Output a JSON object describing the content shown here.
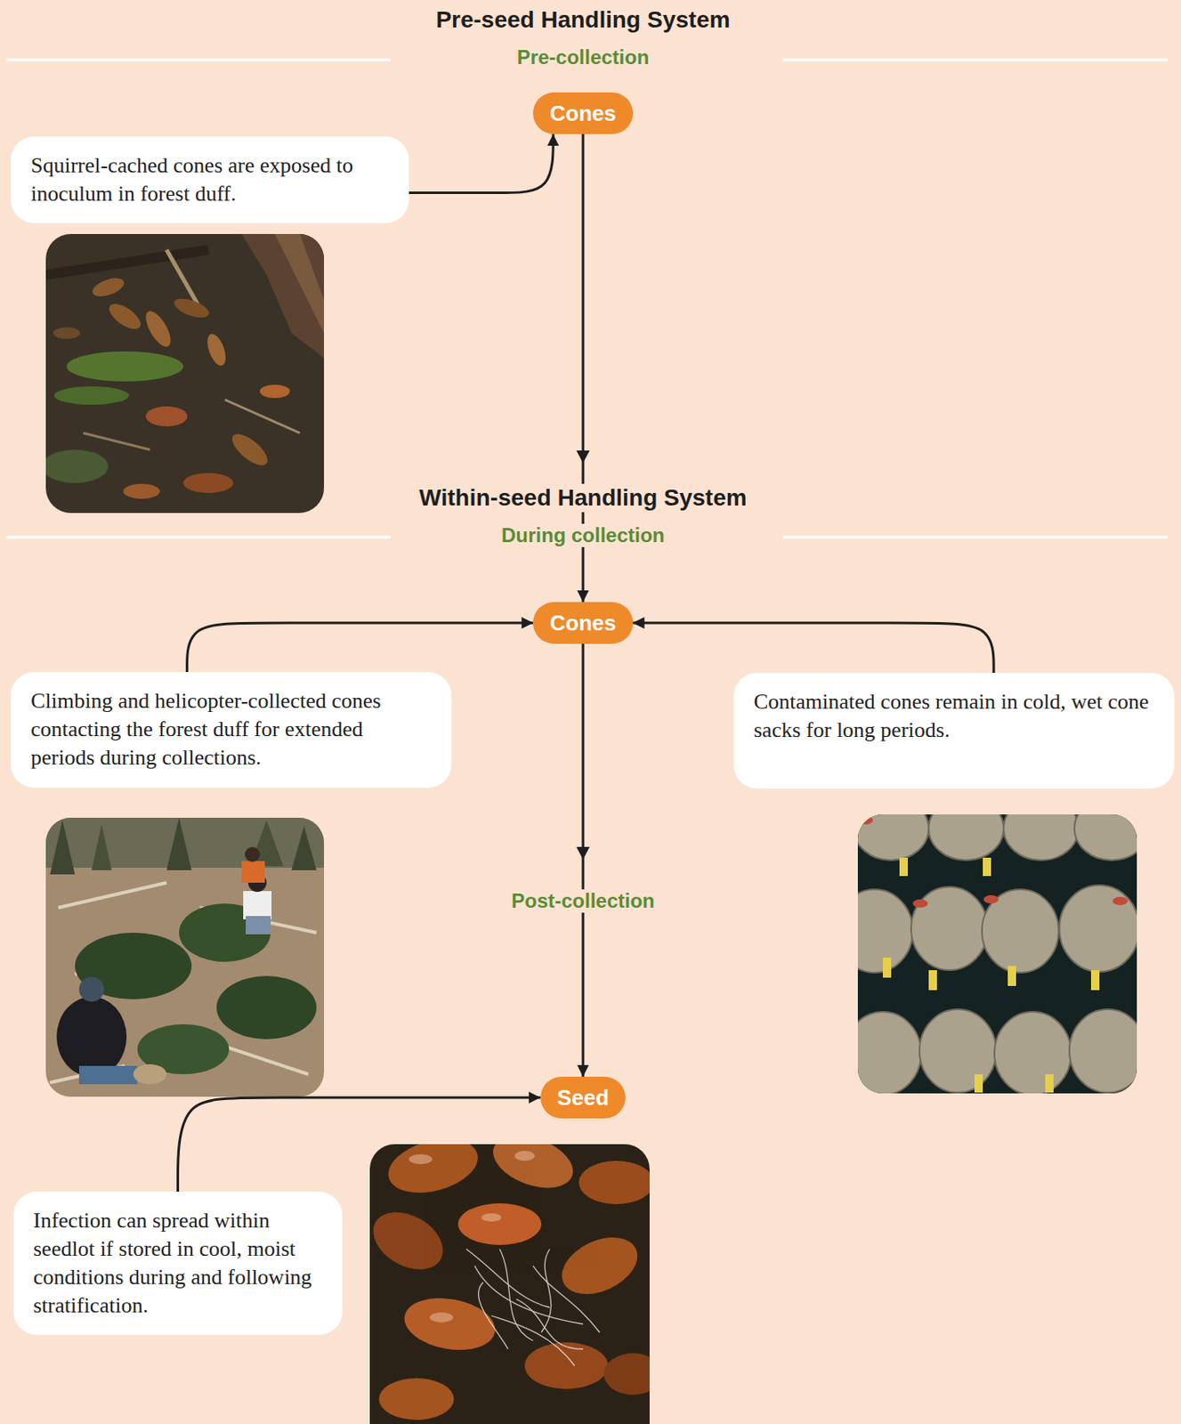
{
  "diagram": {
    "title": "Pre-seed Handling System",
    "nodes": [
      {
        "text": [
          "Cones"
        ]
      },
      {
        "text": [
          "Squirrel-cached cones are exposed to inoculum in forest duff."
        ]
      },
      {
        "text": [
          "Cones"
        ]
      },
      {
        "text": [
          "Climbing and helicopter-collected cones contacting the forest duff for extended periods during collections."
        ]
      },
      {
        "text": [
          "Contaminated cones remain in cold, wet cone sacks for long periods."
        ]
      },
      {
        "text": [
          "Seed"
        ]
      },
      {
        "text": [
          "Infection can spread within seedlot if stored in cool, moist conditions during and following stratification."
        ]
      }
    ],
    "edges": [
      {
        "from": 1,
        "to": 0,
        "arrow": "to"
      },
      {
        "from": 0,
        "to": 2,
        "arrow": "to"
      },
      {
        "from": 3,
        "to": 2,
        "arrow": "to"
      },
      {
        "from": 4,
        "to": 2,
        "arrow": "to"
      },
      {
        "from": 2,
        "to": 5,
        "arrow": "to"
      },
      {
        "from": 6,
        "to": 5,
        "arrow": "to"
      }
    ],
    "labels": [
      "Pre-collection",
      "Within-seed Handling System",
      "During collection",
      "Post-collection"
    ]
  }
}
